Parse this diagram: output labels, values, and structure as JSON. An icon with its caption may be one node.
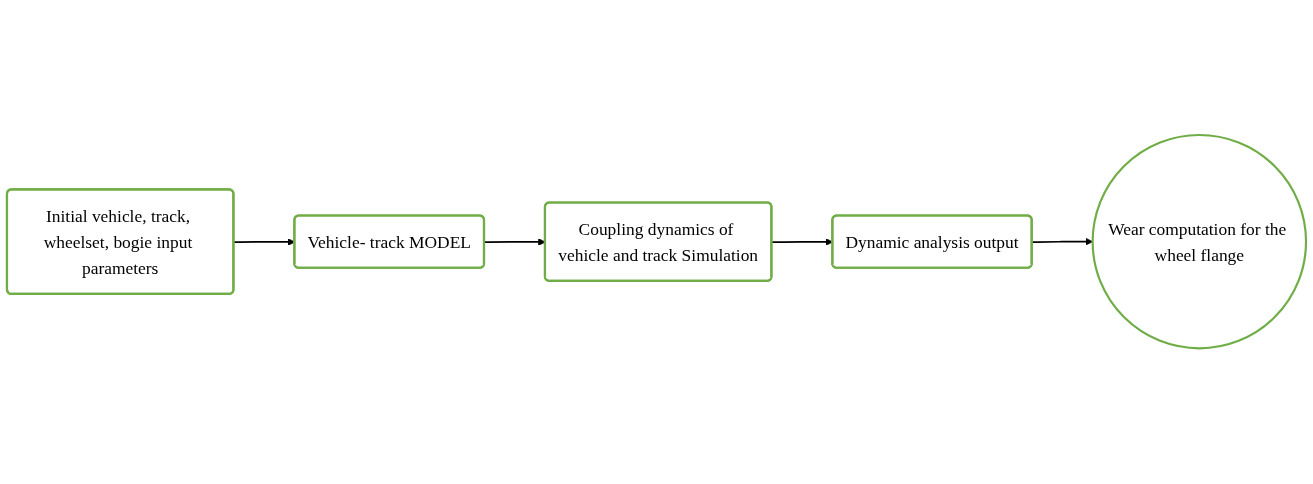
{
  "diagram": {
    "nodes": [
      {
        "text": [
          "Initial vehicle, track, wheelset, bogie input parameters"
        ]
      },
      {
        "text": [
          "Vehicle- track MODEL"
        ]
      },
      {
        "text": [
          "Coupling dynamics of vehicle and track Simulation"
        ]
      },
      {
        "text": [
          "Dynamic analysis output"
        ]
      },
      {
        "text": [
          "Wear computation for the wheel flange"
        ]
      }
    ],
    "edges": [
      {
        "from": 0,
        "to": 1,
        "arrow": "to"
      },
      {
        "from": 1,
        "to": 2,
        "arrow": "to"
      },
      {
        "from": 2,
        "to": 3,
        "arrow": "to"
      },
      {
        "from": 3,
        "to": 4,
        "arrow": "to"
      }
    ]
  }
}
